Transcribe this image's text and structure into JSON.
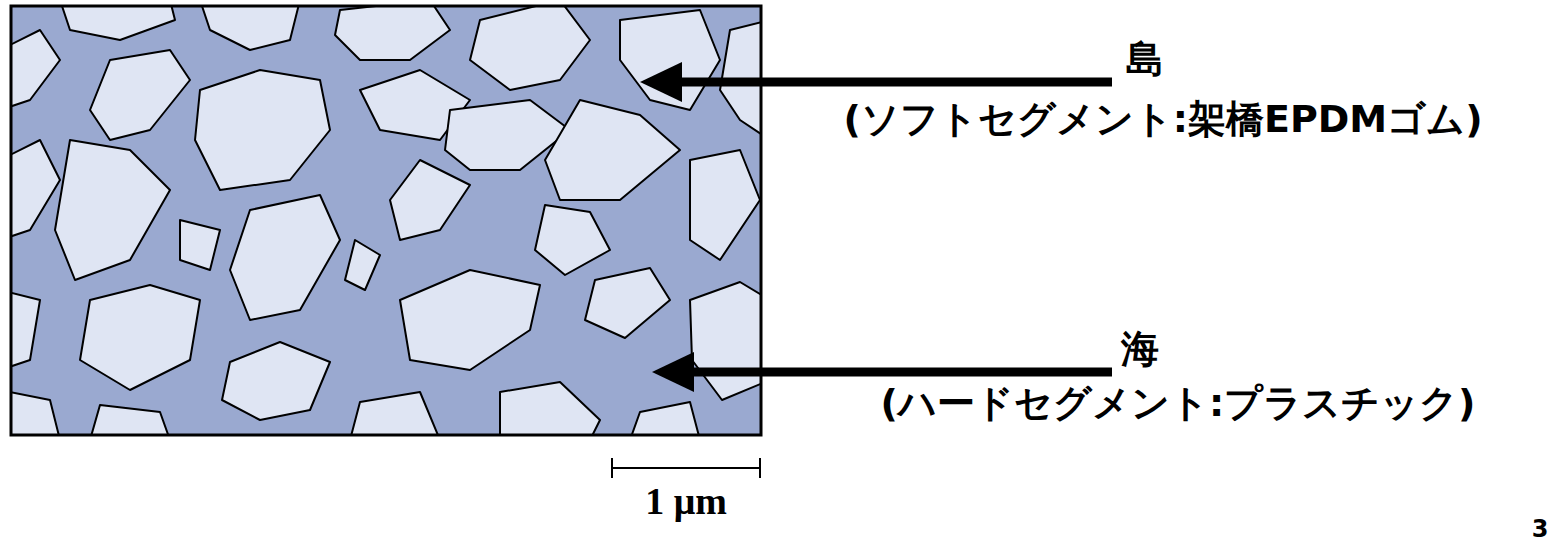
{
  "diagram": {
    "labels": [
      "島",
      "(ソフトセグメント:架橋EPDMゴム)",
      "海",
      "(ハードセグメント:プラスチック)",
      "1 μm",
      "3"
    ]
  }
}
